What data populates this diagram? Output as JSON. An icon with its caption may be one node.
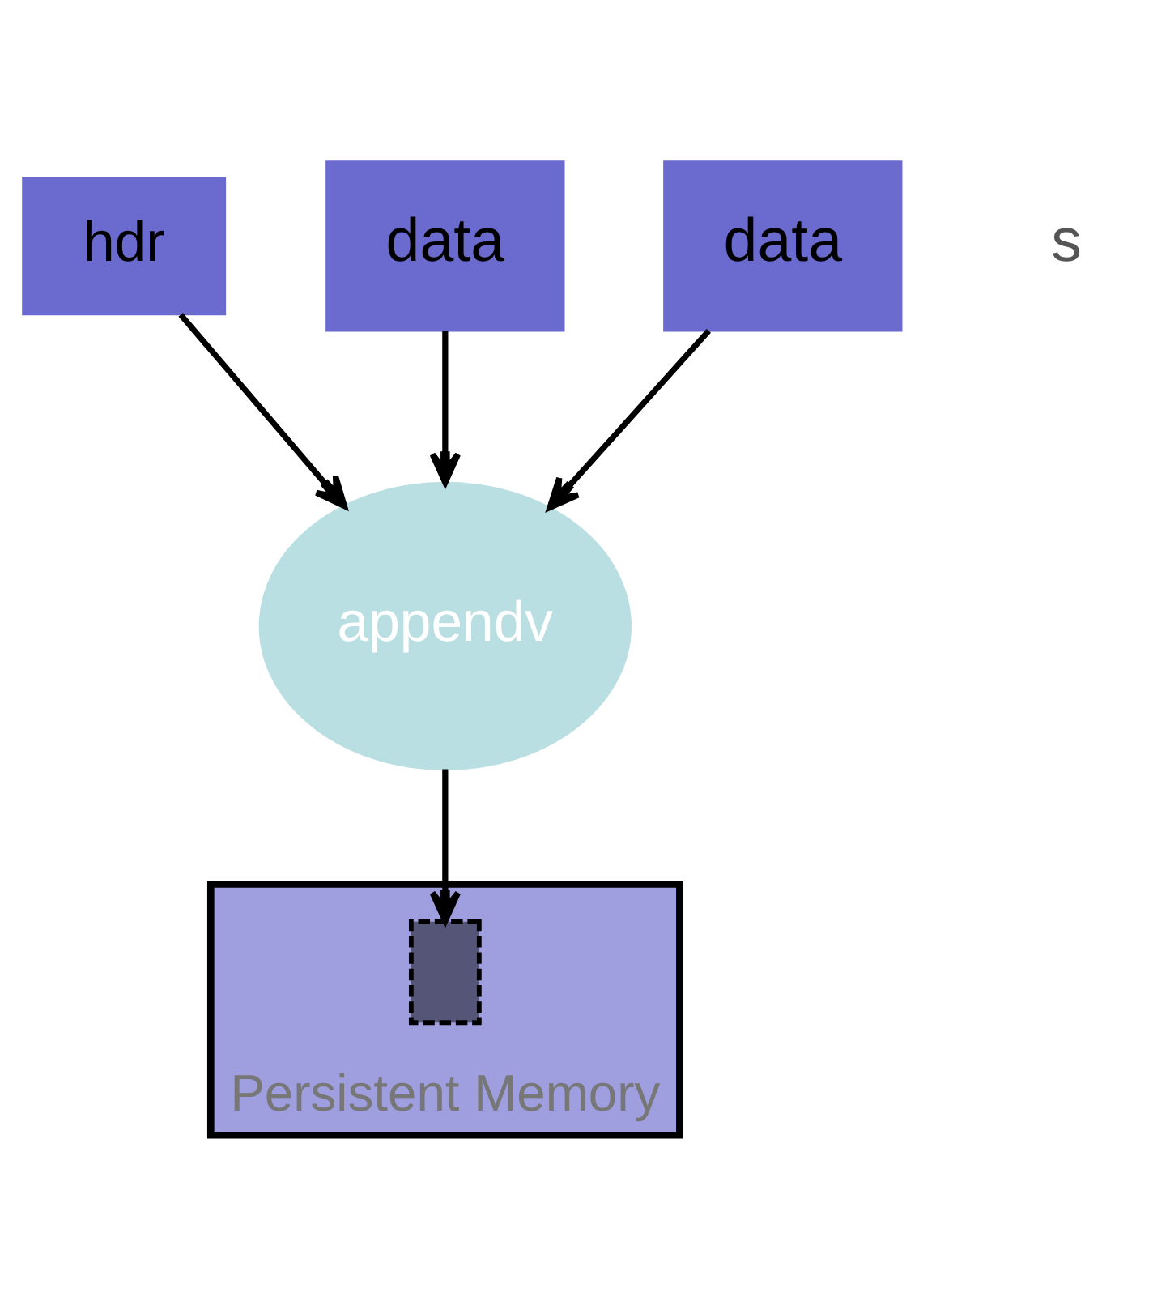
{
  "diagram": {
    "nodes": [
      {
        "text": [
          "hdr"
        ]
      },
      {
        "text": [
          "data"
        ]
      },
      {
        "text": [
          "data"
        ]
      },
      {
        "text": [
          "appendv"
        ]
      },
      {
        "text": [
          "Persistent Memory"
        ]
      },
      {
        "text": [],
        "shape": "box",
        "in": 4
      }
    ],
    "edges": [
      {
        "from": 0,
        "to": 3,
        "arrow": "to"
      },
      {
        "from": 1,
        "to": 3,
        "arrow": "to"
      },
      {
        "from": 2,
        "to": 3,
        "arrow": "to"
      },
      {
        "from": 3,
        "to": 5,
        "arrow": "to"
      }
    ],
    "labels": [
      "s"
    ]
  }
}
